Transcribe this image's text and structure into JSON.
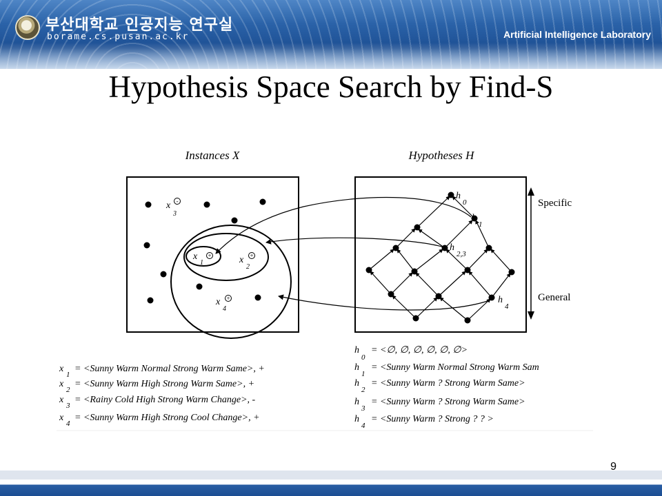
{
  "header": {
    "university_name": "부산대학교 인공지능 연구실",
    "url": "borame.cs.pusan.ac.kr",
    "lab_name": "Artificial Intelligence Laboratory"
  },
  "slide": {
    "title": "Hypothesis Space Search by Find-S",
    "page_number": "9"
  },
  "diagram": {
    "instances_title": "Instances X",
    "hypotheses_title": "Hypotheses H",
    "specific_label": "Specific",
    "general_label": "General",
    "instance_labels": {
      "x1": "x",
      "x1_sub": "1",
      "x2": "x",
      "x2_sub": "2",
      "x3": "x",
      "x3_sub": "3",
      "x4": "x",
      "x4_sub": "4"
    },
    "instance_signs": {
      "x1": "+",
      "x2": "+",
      "x3": "-",
      "x4": "+"
    },
    "hypothesis_labels": {
      "h0": "h",
      "h0_sub": "0",
      "h1": "h",
      "h1_sub": "1",
      "h23": "h",
      "h23_sub": "2,3",
      "h4": "h",
      "h4_sub": "4"
    }
  },
  "instances": [
    {
      "var": "x",
      "sub": "1",
      "text": "= <Sunny Warm Normal Strong Warm Same>, +"
    },
    {
      "var": "x",
      "sub": "2",
      "text": "= <Sunny Warm High  Strong Warm Same>, +"
    },
    {
      "var": "x",
      "sub": "3",
      "text": "= <Rainy Cold High Strong Warm Change>, -"
    },
    {
      "var": "x",
      "sub": "4",
      "text": "= <Sunny Warm High Strong Cool Change>, +"
    }
  ],
  "hypotheses": [
    {
      "var": "h",
      "sub": "0",
      "text": "= <∅, ∅, ∅,  ∅, ∅, ∅>"
    },
    {
      "var": "h",
      "sub": "1",
      "text": "= <Sunny Warm Normal Strong Warm Sam"
    },
    {
      "var": "h",
      "sub": "2",
      "text": "= <Sunny Warm  ?  Strong Warm Same>"
    },
    {
      "var": "h",
      "sub": "3",
      "text": "= <Sunny Warm ? Strong Warm Same>"
    },
    {
      "var": "h",
      "sub": "4",
      "text": "= <Sunny Warm  ?  Strong  ?  ? >"
    }
  ]
}
